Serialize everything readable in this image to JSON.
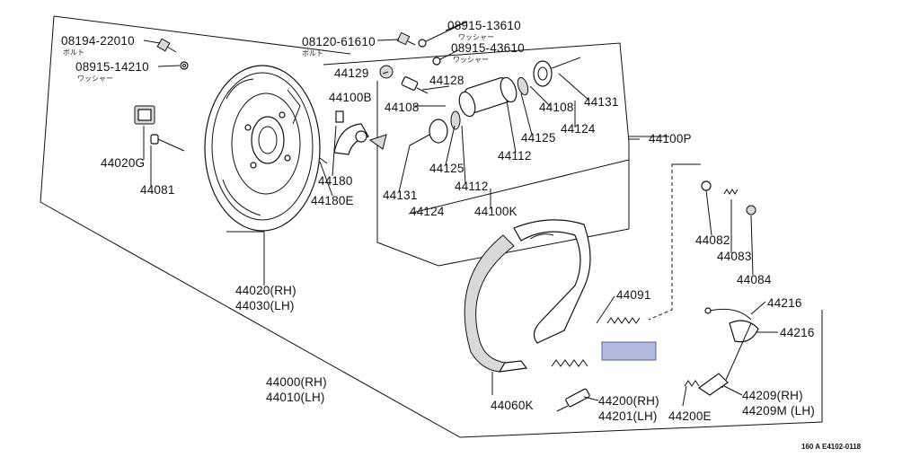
{
  "labels": {
    "p08194": "08194-22010",
    "p08194_jp": "ボルト",
    "p08915_14210": "08915-14210",
    "p08915_14210_jp": "ワッシャー",
    "p08120": "08120-61610",
    "p08120_jp": "ボルト",
    "p08915_13610": "08915-13610",
    "p08915_13610_jp": "ワッシャー",
    "p08915_43610": "08915-43610",
    "p08915_43610_jp": "ワッシャー",
    "p44129": "44129",
    "p44128": "44128",
    "p44100B": "44100B",
    "p44108a": "44108",
    "p44108b": "44108",
    "p44131a": "44131",
    "p44131b": "44131",
    "p44125a": "44125",
    "p44125b": "44125",
    "p44124a": "44124",
    "p44124b": "44124",
    "p44112a": "44112",
    "p44112b": "44112",
    "p44100K": "44100K",
    "p44100P": "44100P",
    "p44180": "44180",
    "p44180E": "44180E",
    "p44020G": "44020G",
    "p44081": "44081",
    "p44020": "44020(RH)",
    "p44030": "44030(LH)",
    "p44000": "44000(RH)",
    "p44010": "44010(LH)",
    "p44082": "44082",
    "p44083": "44083",
    "p44084": "44084",
    "p44091": "44091",
    "p44216a": "44216",
    "p44216b": "44216",
    "p44060K": "44060K",
    "p44200": "44200(RH)",
    "p44201": "44201(LH)",
    "p44200E": "44200E",
    "p44209": "44209(RH)",
    "p44209M": "44209M (LH)",
    "ref_code": "160 A E4102-0118"
  },
  "colors": {
    "ink": "#111111",
    "highlight_fill": "#b3b9dc",
    "highlight_stroke": "#5a6396"
  }
}
